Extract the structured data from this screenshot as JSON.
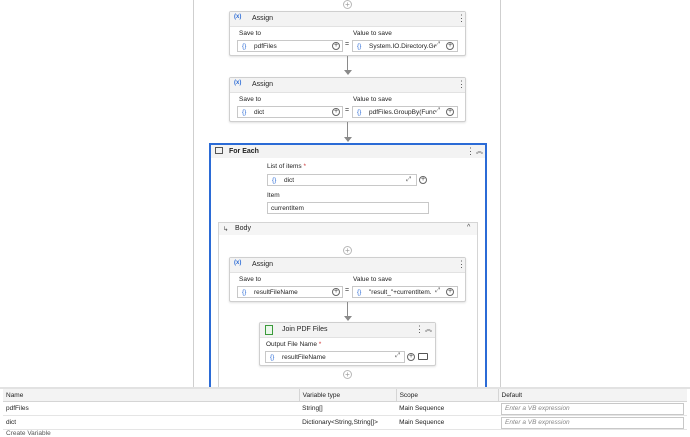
{
  "activities": {
    "assign1": {
      "title": "Assign",
      "save_to_label": "Save to",
      "value_label": "Value to save",
      "save_to": "pdfFiles",
      "value": "System.IO.Directory.Ge"
    },
    "assign2": {
      "title": "Assign",
      "save_to_label": "Save to",
      "value_label": "Value to save",
      "save_to": "dict",
      "value": "pdfFiles.GroupBy(Func"
    },
    "foreach": {
      "title": "For Each",
      "list_label": "List of items",
      "required_mark": "*",
      "list_value": "dict",
      "item_label": "Item",
      "item_value": "currentItem",
      "body_title": "Body"
    },
    "assign3": {
      "title": "Assign",
      "save_to_label": "Save to",
      "value_label": "Value to save",
      "save_to": "resultFileName",
      "value": "\"result_\"+currentItem."
    },
    "join": {
      "title": "Join PDF Files",
      "output_label": "Output File Name",
      "required_mark": "*",
      "output_value": "resultFileName"
    },
    "assign_icon": "(x)",
    "brace": "{}",
    "eq": "="
  },
  "variables": {
    "headers": [
      "Name",
      "Variable type",
      "Scope",
      "Default"
    ],
    "rows": [
      {
        "name": "pdfFiles",
        "type": "String[]",
        "scope": "Main Sequence",
        "default_placeholder": "Enter a VB expression"
      },
      {
        "name": "dict",
        "type": "Dictionary<String,String[]>",
        "scope": "Main Sequence",
        "default_placeholder": "Enter a VB expression"
      }
    ],
    "create_label": "Create Variable"
  }
}
